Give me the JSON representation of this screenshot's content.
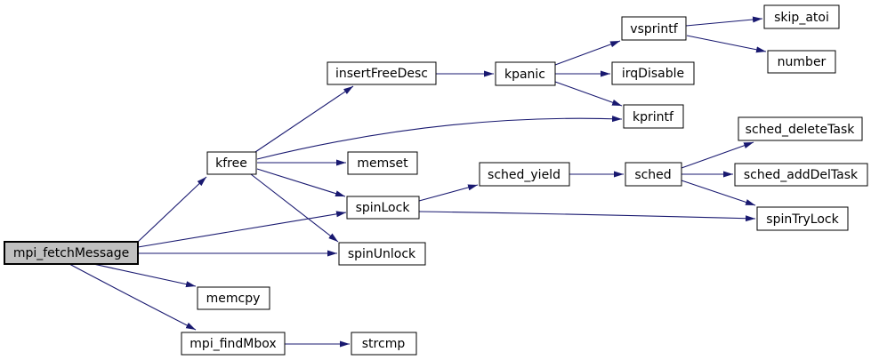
{
  "diagram": {
    "type": "function-call-graph",
    "root": "mpi_fetchMessage",
    "nodes": {
      "mpi_fetchMessage": {
        "label": "mpi_fetchMessage",
        "highlighted": true
      },
      "kfree": {
        "label": "kfree"
      },
      "insertFreeDesc": {
        "label": "insertFreeDesc"
      },
      "memset": {
        "label": "memset"
      },
      "spinLock": {
        "label": "spinLock"
      },
      "spinUnlock": {
        "label": "spinUnlock"
      },
      "memcpy": {
        "label": "memcpy"
      },
      "mpi_findMbox": {
        "label": "mpi_findMbox"
      },
      "strcmp": {
        "label": "strcmp"
      },
      "sched_yield": {
        "label": "sched_yield"
      },
      "kpanic": {
        "label": "kpanic"
      },
      "vsprintf": {
        "label": "vsprintf"
      },
      "irqDisable": {
        "label": "irqDisable"
      },
      "kprintf": {
        "label": "kprintf"
      },
      "sched": {
        "label": "sched"
      },
      "skip_atoi": {
        "label": "skip_atoi"
      },
      "number": {
        "label": "number"
      },
      "sched_deleteTask": {
        "label": "sched_deleteTask"
      },
      "sched_addDelTask": {
        "label": "sched_addDelTask"
      },
      "spinTryLock": {
        "label": "spinTryLock"
      }
    },
    "edges": [
      {
        "from": "mpi_fetchMessage",
        "to": "kfree"
      },
      {
        "from": "mpi_fetchMessage",
        "to": "spinLock"
      },
      {
        "from": "mpi_fetchMessage",
        "to": "spinUnlock"
      },
      {
        "from": "mpi_fetchMessage",
        "to": "memcpy"
      },
      {
        "from": "mpi_fetchMessage",
        "to": "mpi_findMbox"
      },
      {
        "from": "kfree",
        "to": "insertFreeDesc"
      },
      {
        "from": "kfree",
        "to": "kprintf"
      },
      {
        "from": "kfree",
        "to": "memset"
      },
      {
        "from": "kfree",
        "to": "spinLock"
      },
      {
        "from": "kfree",
        "to": "spinUnlock"
      },
      {
        "from": "insertFreeDesc",
        "to": "kpanic"
      },
      {
        "from": "kpanic",
        "to": "vsprintf"
      },
      {
        "from": "kpanic",
        "to": "irqDisable"
      },
      {
        "from": "kpanic",
        "to": "kprintf"
      },
      {
        "from": "vsprintf",
        "to": "skip_atoi"
      },
      {
        "from": "vsprintf",
        "to": "number"
      },
      {
        "from": "spinLock",
        "to": "sched_yield"
      },
      {
        "from": "spinLock",
        "to": "spinTryLock"
      },
      {
        "from": "sched_yield",
        "to": "sched"
      },
      {
        "from": "sched",
        "to": "sched_deleteTask"
      },
      {
        "from": "sched",
        "to": "sched_addDelTask"
      },
      {
        "from": "sched",
        "to": "spinTryLock"
      },
      {
        "from": "mpi_findMbox",
        "to": "strcmp"
      }
    ]
  },
  "colors": {
    "background": "#ffffff",
    "edge": "#191970",
    "node_border": "#000000",
    "node_fill": "#ffffff",
    "highlight_fill": "#c0c0c0",
    "text": "#000000"
  }
}
